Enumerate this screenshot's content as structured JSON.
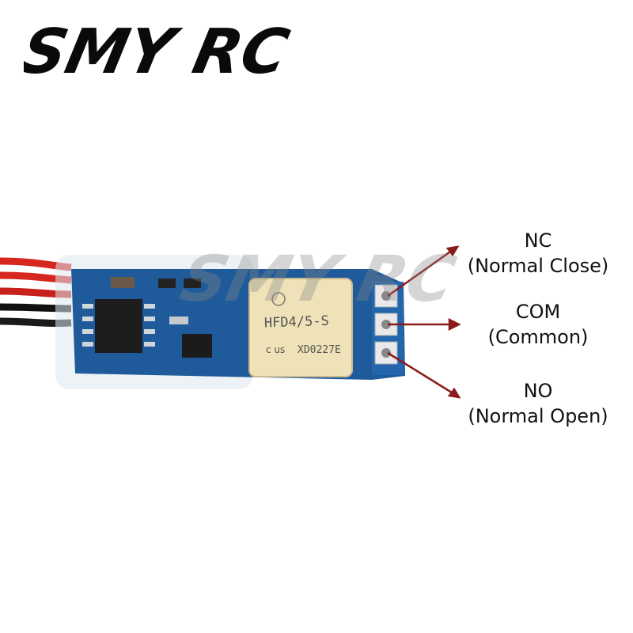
{
  "brand": {
    "logo_text": "SMY RC"
  },
  "relay": {
    "marking_model": "HFD4/5-S",
    "marking_code": "XD0227E",
    "marking_cert": "cⓇus"
  },
  "pins": [
    {
      "name": "NC",
      "description": "(Normal Close)"
    },
    {
      "name": "COM",
      "description": "(Common)"
    },
    {
      "name": "NO",
      "description": "(Normal Open)"
    }
  ],
  "colors": {
    "pcb": "#1f5a9a",
    "relay": "#efe2b8",
    "arrow": "#8b1a1a",
    "wire_red": "#d6271f",
    "wire_black": "#1a1a1a"
  }
}
